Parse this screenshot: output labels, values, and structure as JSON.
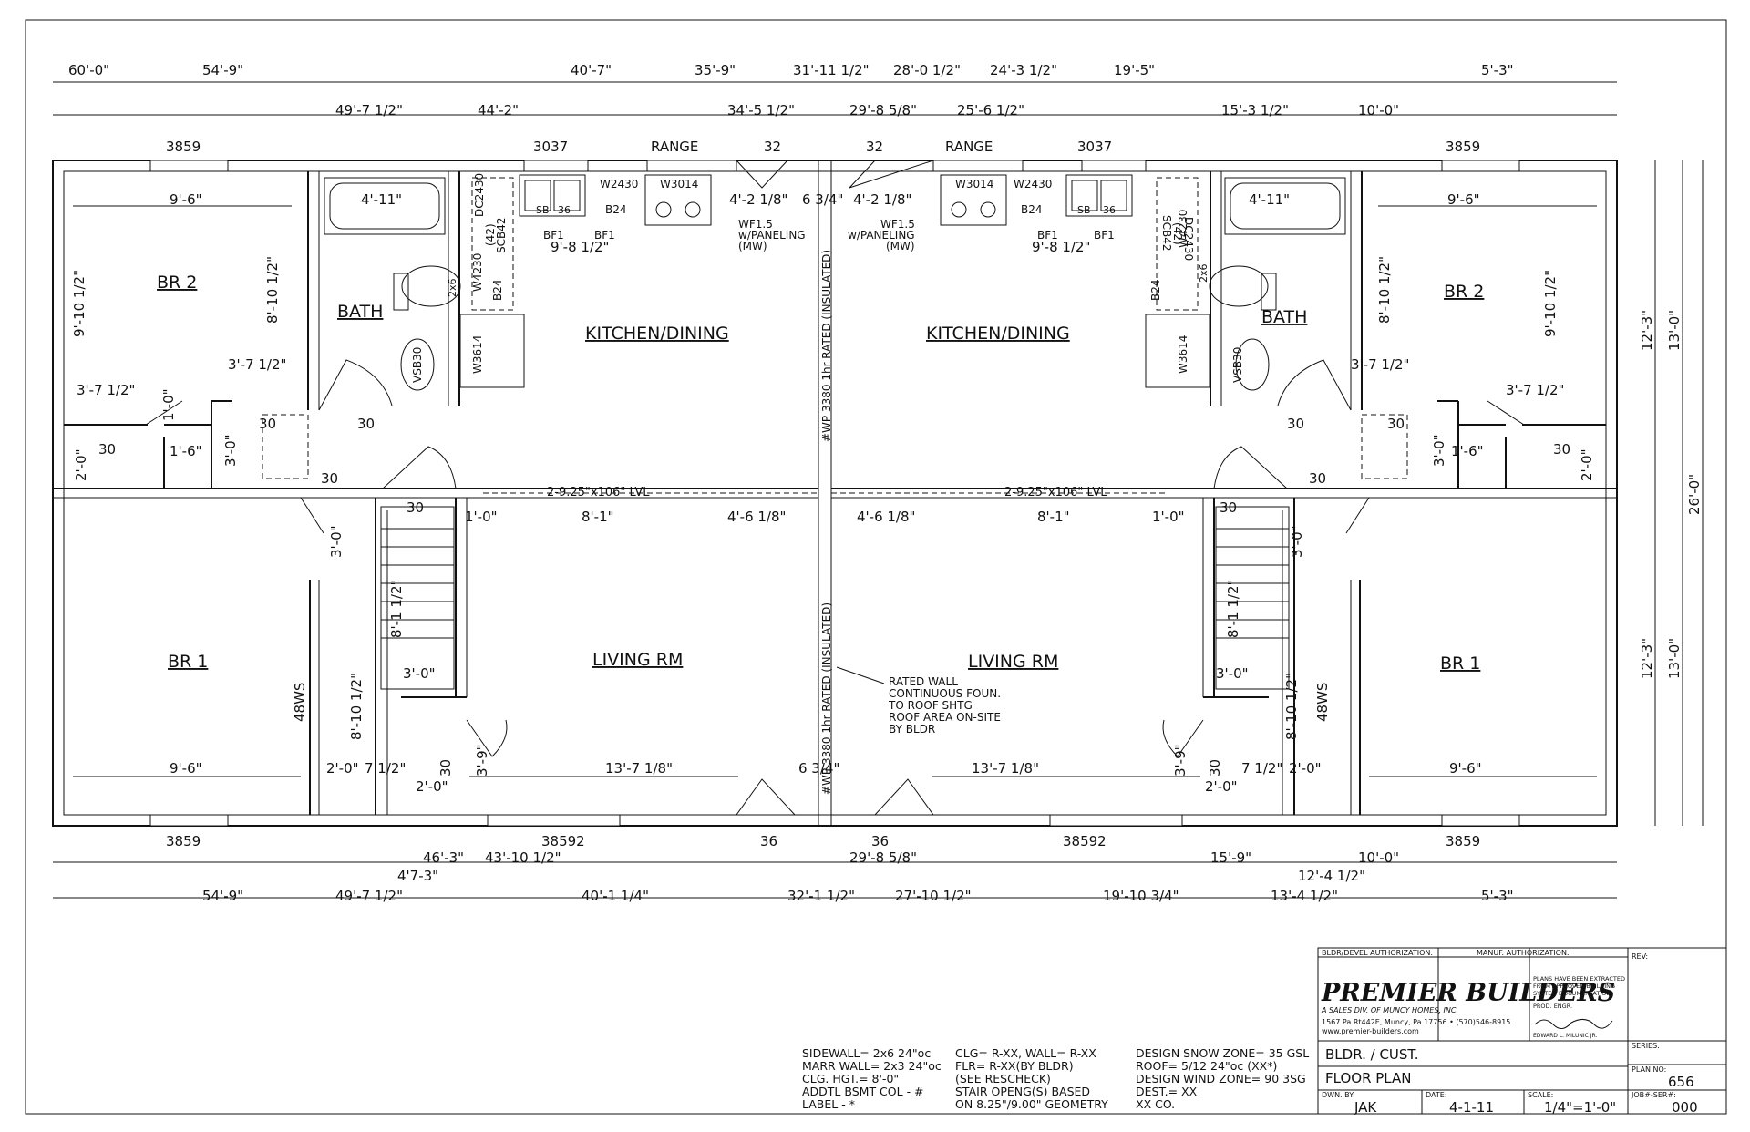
{
  "rooms": {
    "left": {
      "br2": "BR 2",
      "bath": "BATH",
      "kitchen": "KITCHEN/DINING",
      "living": "LIVING RM",
      "br1": "BR 1"
    },
    "right": {
      "br2": "BR 2",
      "bath": "BATH",
      "kitchen": "KITCHEN/DINING",
      "living": "LIVING RM",
      "br1": "BR 1"
    }
  },
  "top_dims": {
    "row1": [
      "60'-0\"",
      "54'-9\"",
      "40'-7\"",
      "35'-9\"",
      "31'-11 1/2\"",
      "28'-0 1/2\"",
      "24'-3 1/2\"",
      "19'-5\"",
      "5'-3\""
    ],
    "row2": [
      "49'-7 1/2\"",
      "44'-2\"",
      "34'-5 1/2\"",
      "29'-8 5/8\"",
      "25'-6 1/2\"",
      "15'-3 1/2\"",
      "10'-0\""
    ]
  },
  "bottom_dims": {
    "row1": [
      "46'-3\"",
      "43'-10 1/2\"",
      "29'-8 5/8\"",
      "15'-9\"",
      "10'-0\""
    ],
    "row2": [
      "4'7-3\"",
      "12'-4 1/2\""
    ],
    "row3": [
      "54'-9\"",
      "49'-7 1/2\"",
      "40'-1 1/4\"",
      "32'-1 1/2\"",
      "27'-10 1/2\"",
      "19'-10 3/4\"",
      "13'-4 1/2\"",
      "5'-3\""
    ]
  },
  "right_dims": {
    "upper_a": "12'-3\"",
    "upper_b": "13'-0\"",
    "lower_a": "12'-3\"",
    "lower_b": "13'-0\"",
    "total": "26'-0\""
  },
  "windows": {
    "top": [
      "3859",
      "3037",
      "RANGE",
      "32",
      "32",
      "RANGE",
      "3037",
      "3859"
    ],
    "bottom": [
      "3859",
      "38592",
      "36",
      "36",
      "38592",
      "3859"
    ]
  },
  "labels": {
    "left": {
      "br2_w": "9'-6\"",
      "tub": "4'-11\"",
      "br2_h": "9'-10 1/2\"",
      "bath_h": "8'-10 1/2\"",
      "closet_a": "3'-7 1/2\"",
      "closet_b": "3'-7 1/2\"",
      "hall_1": "1'-0\"",
      "hall_2": "1'-6\"",
      "hall_3": "2'-0\"",
      "hall_4": "3'-0\"",
      "d30a": "30",
      "d30b": "30",
      "d30c": "30",
      "d30d": "30",
      "d30e": "30",
      "dc": "DC2430",
      "sc": "SCB42",
      "sc2": "(42)",
      "w4230": "W4230",
      "b24v": "B24",
      "w3614": "W3614",
      "w2430": "W2430",
      "w3014": "W3014",
      "sb": "SB",
      "s36": "36",
      "b24": "B24",
      "bf1a": "BF1",
      "bf1b": "BF1",
      "k_w": "9'-8 1/2\"",
      "k_dim": "4'-2 1/8\"",
      "k_dim2": "6 3/4\"",
      "wf": "WF1.5",
      "wf2": "w/PANELING",
      "wf3": "(MW)",
      "vsb": "VSB30",
      "v2x6": "2x6",
      "lvl": "2-9.25\"x106\" LVL",
      "d10": "1'-0\"",
      "d81": "8'-1\"",
      "d46": "4'-6 1/8\"",
      "stair_30": "30",
      "st3": "3'-0\"",
      "st81": "8'-1 1/2\"",
      "st30": "3'-0\"",
      "ws": "48WS",
      "br1_h": "8'-10 1/2\"",
      "br1_w": "9'-6\"",
      "d20": "2'-0\"",
      "d7": "7 1/2\"",
      "d30": "30",
      "d20b": "2'-0\"",
      "d39": "3'-9\"",
      "lr_w": "13'-7 1/8\"",
      "d634": "6 3/4\""
    },
    "right": {
      "br2_w": "9'-6\"",
      "tub": "4'-11\"",
      "br2_h": "9'-10 1/2\"",
      "bath_h": "8'-10 1/2\"",
      "closet_a": "3'-7 1/2\"",
      "closet_b": "3'-7 1/2\"",
      "hall_2": "1'-6\"",
      "hall_3": "2'-0\"",
      "hall_4": "3'-0\"",
      "d30a": "30",
      "d30b": "30",
      "d30c": "30",
      "d30d": "30",
      "dc": "DC2430",
      "sc": "SCB42",
      "sc2": "(42)",
      "w4230": "W4230",
      "b24v": "B24",
      "w3614": "W3614",
      "w2430": "W2430",
      "w3014": "W3014",
      "sb": "SB",
      "s36": "36",
      "b24": "B24",
      "bf1a": "BF1",
      "bf1b": "BF1",
      "k_w": "9'-8 1/2\"",
      "k_dim": "4'-2 1/8\"",
      "wf": "WF1.5",
      "wf2": "w/PANELING",
      "wf3": "(MW)",
      "vsb": "VSB30",
      "v2x6": "2x6",
      "lvl": "2-9.25\"x106\" LVL",
      "d10": "1'-0\"",
      "d81": "8'-1\"",
      "d46": "4'-6 1/8\"",
      "stair_30": "30",
      "st3": "3'-0\"",
      "st81": "8'-1 1/2\"",
      "st30": "3'-0\"",
      "ws": "48WS",
      "br1_h": "8'-10 1/2\"",
      "br1_w": "9'-6\"",
      "d20": "2'-0\"",
      "d7": "7 1/2\"",
      "d30": "30",
      "d20b": "2'-0\"",
      "d39": "3'-9\"",
      "lr_w": "13'-7 1/8\""
    }
  },
  "party_wall": {
    "upper": "#WP 3380 1hr RATED (INSULATED)",
    "lower": "#WP 3380 1hr RATED (INSULATED)",
    "note": [
      "RATED WALL",
      "CONTINUOUS FOUN.",
      "TO ROOF SHTG",
      "ROOF AREA ON-SITE",
      "BY BLDR"
    ]
  },
  "notes": {
    "col1": [
      "SIDEWALL=  2x6 24\"oc",
      "MARR WALL= 2x3 24\"oc",
      "CLG. HGT.=  8'-0\"",
      "ADDTL BSMT COL - #",
      "LABEL - *"
    ],
    "col2": [
      "CLG= R-XX, WALL= R-XX",
      "  FLR= R-XX(BY BLDR)",
      "  (SEE RESCHECK)",
      "STAIR OPENG(S) BASED",
      "  ON 8.25\"/9.00\" GEOMETRY"
    ],
    "col3": [
      "DESIGN SNOW ZONE= 35 GSL",
      "ROOF= 5/12 24\"oc (XX*)",
      "DESIGN WIND ZONE= 90 3SG",
      "DEST.= XX",
      "      XX CO."
    ]
  },
  "title_block": {
    "bldr_auth": "BLDR/DEVEL AUTHORIZATION:",
    "manuf_auth": "MANUF. AUTHORIZATION:",
    "rev": "REV:",
    "logo": "PREMIER BUILDERS",
    "logo_sub": "A SALES DIV. OF MUNCY HOMES, INC.",
    "address": "1567 Pa Rt442E, Muncy, Pa 17756  •  (570)546-8915",
    "web": "www.premier-builders.com",
    "extracted": [
      "PLANS HAVE BEEN EXTRACTED",
      "FROM APPROVED BUILDING",
      "SYSTEM DOCUMENTATION"
    ],
    "prod_engr": "PROD. ENGR.",
    "engr_name": "EDWARD L. MILUNIC JR.",
    "series": "SERIES:",
    "bldr_cust": "BLDR. / CUST.",
    "floor_plan": "FLOOR PLAN",
    "plan_no_label": "PLAN NO:",
    "plan_no": "656",
    "dwn_label": "DWN. BY:",
    "dwn": "JAK",
    "date_label": "DATE:",
    "date": "4-1-11",
    "scale_label": "SCALE:",
    "scale": "1/4\"=1'-0\"",
    "job_label": "JOB#-SER#:",
    "job": "000"
  }
}
